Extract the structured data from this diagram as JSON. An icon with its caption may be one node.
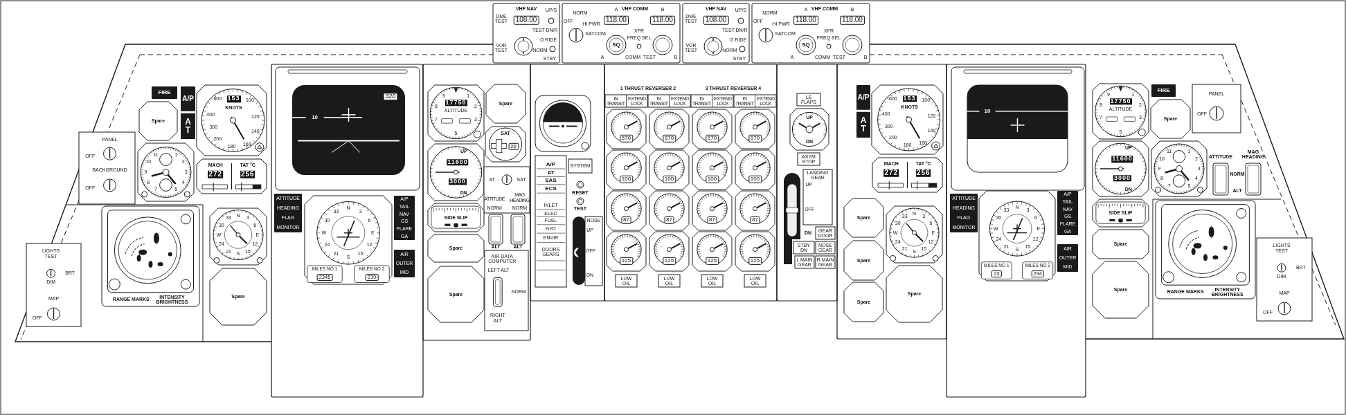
{
  "diagram": {
    "nodes": [
      {
        "text": [
          "VHF NAV",
          "DME TEST",
          "108.00",
          "UP/S",
          "TEST",
          "DN/R",
          "VOR TEST",
          "O RIDE",
          "NORM",
          "STBY"
        ]
      },
      {
        "text": [
          "VHF COMM",
          "OFF",
          "NORM",
          "HI PWR",
          "SATCOM",
          "A",
          "118.00",
          "B",
          "118.00",
          "SQ",
          "XFR",
          "FREQ SEL",
          "A",
          "COMM",
          "TEST",
          "B"
        ]
      },
      {
        "text": [
          "VHF NAV",
          "DME TEST",
          "108.00",
          "UP/S",
          "TEST",
          "DN/R",
          "VOR TEST",
          "O RIDE",
          "NORM",
          "STBY"
        ]
      },
      {
        "text": [
          "VHF COMM",
          "OFF",
          "NORM",
          "HI PWR",
          "SATCOM",
          "A",
          "118.00",
          "B",
          "118.00",
          "SQ",
          "XFR",
          "FREQ SEL",
          "A",
          "COMM",
          "TEST",
          "B"
        ]
      },
      {
        "text": [
          "FIRE"
        ]
      },
      {
        "text": [
          "A/P",
          "AT"
        ]
      },
      {
        "text": [
          "600",
          "400",
          "300",
          "200",
          "180",
          "160",
          "140",
          "120",
          "100",
          "153",
          "KNOTS"
        ]
      },
      {
        "text": [
          "Spare"
        ]
      },
      {
        "text": [
          "PANEL",
          "OFF",
          "BACKGROUND",
          "OFF"
        ]
      },
      {
        "text": [
          "11",
          "1",
          "10",
          "2",
          "9",
          "3",
          "8",
          "4",
          "7",
          "5"
        ]
      },
      {
        "text": [
          "MACH",
          "272",
          "TAT °C",
          "256"
        ]
      },
      {
        "text": [
          "RANGE MARKS",
          "INTENSITY BRIGHTNESS"
        ]
      },
      {
        "text": [
          "N",
          "3",
          "6",
          "E",
          "12",
          "15",
          "S",
          "21",
          "24",
          "W",
          "30",
          "33"
        ]
      },
      {
        "text": [
          "LIGHTS TEST",
          "BRT",
          "DIM",
          "MAP",
          "OFF"
        ]
      },
      {
        "text": [
          "Spare"
        ]
      },
      {
        "text": [
          "10",
          "320"
        ]
      },
      {
        "text": [
          "ATTITUDE",
          "HEADING",
          "FLAG",
          "MONITOR"
        ]
      },
      {
        "text": [
          "N",
          "3",
          "6",
          "E",
          "12",
          "15",
          "S",
          "21",
          "24",
          "W",
          "30",
          "33",
          "MILES NO 1",
          "2345",
          "MILES NO 2",
          "239"
        ]
      },
      {
        "text": [
          "A/P",
          "TAIL",
          "NAV",
          "GS",
          "FLARE",
          "GA"
        ]
      },
      {
        "text": [
          "AIR",
          "OUTER",
          "MID"
        ]
      },
      {
        "text": [
          "9",
          "1",
          "8",
          "2",
          "7",
          "3",
          "5",
          "17750",
          "ALTITUDE"
        ]
      },
      {
        "text": [
          "Spare"
        ]
      },
      {
        "text": [
          "SAT",
          "26"
        ]
      },
      {
        "text": [
          "UP",
          "11600",
          "3000",
          "DN"
        ]
      },
      {
        "text": [
          "AT",
          "SAT",
          "ATTITUDE",
          "MAG HEADING",
          "NORM",
          "NORM"
        ]
      },
      {
        "text": [
          "SIDE SLIP"
        ]
      },
      {
        "text": [
          "Spare"
        ]
      },
      {
        "text": [
          "AIR DATA COMPUTER",
          "LEFT ALT",
          "NORM",
          "RIGHT ALT"
        ]
      },
      {
        "text": [
          "Spare"
        ]
      },
      {
        "text": [],
        "shape": "picture"
      },
      {
        "text": [
          "A/P",
          "AT",
          "SAS",
          "ECS",
          "INLET",
          "ELEC",
          "FUEL",
          "HYD",
          "ENVIR",
          "DOORS GEARS"
        ]
      },
      {
        "text": [
          "SYSTEM"
        ]
      },
      {
        "text": [
          "NOSE",
          "UP",
          "OFF",
          "DN"
        ]
      },
      {
        "text": [
          "IN TRANSIT",
          "EXTEND LOCK"
        ]
      },
      {
        "text": [
          "IN TRANSIT",
          "EXTEND LOCK"
        ]
      },
      {
        "text": [
          "IN TRANSIT",
          "EXTEND LOCK"
        ]
      },
      {
        "text": [
          "IN TRANSIT",
          "EXTEND LOCK"
        ]
      },
      {
        "text": [
          "570"
        ]
      },
      {
        "text": [
          "570"
        ]
      },
      {
        "text": [
          "570"
        ]
      },
      {
        "text": [
          "570"
        ]
      },
      {
        "text": [
          "100"
        ]
      },
      {
        "text": [
          "100"
        ]
      },
      {
        "text": [
          "100"
        ]
      },
      {
        "text": [
          "100"
        ]
      },
      {
        "text": [
          "87"
        ]
      },
      {
        "text": [
          "87"
        ]
      },
      {
        "text": [
          "87"
        ]
      },
      {
        "text": [
          "87"
        ]
      },
      {
        "text": [
          "125"
        ]
      },
      {
        "text": [
          "125"
        ]
      },
      {
        "text": [
          "125"
        ]
      },
      {
        "text": [
          "125"
        ]
      },
      {
        "text": [
          "LOW OIL"
        ]
      },
      {
        "text": [
          "LOW OIL"
        ]
      },
      {
        "text": [
          "LOW OIL"
        ]
      },
      {
        "text": [
          "LOW OIL"
        ]
      },
      {
        "text": [
          "LE FLAPS"
        ]
      },
      {
        "text": [
          "UP",
          "DN"
        ]
      },
      {
        "text": [
          "ASYM STOP"
        ]
      },
      {
        "text": [
          "LANDING GEAR",
          "UP",
          "OFF"
        ]
      },
      {
        "text": [
          "GEAR DOOR"
        ]
      },
      {
        "text": [
          "STBY DN"
        ]
      },
      {
        "text": [
          "NOSE GEAR"
        ]
      },
      {
        "text": [
          "L MAIN GEAR"
        ]
      },
      {
        "text": [
          "R MAIN GEAR"
        ]
      },
      {
        "text": [
          "A/P",
          "AT"
        ]
      },
      {
        "text": [
          "600",
          "400",
          "300",
          "200",
          "180",
          "160",
          "140",
          "120",
          "100",
          "153",
          "KNOTS"
        ]
      },
      {
        "text": [
          "MACH",
          "272",
          "TAT °C",
          "256"
        ]
      },
      {
        "text": [
          "Spare"
        ]
      },
      {
        "text": [
          "N",
          "3",
          "6",
          "E",
          "12",
          "15",
          "S",
          "21",
          "24",
          "W",
          "30",
          "33"
        ]
      },
      {
        "text": [
          "Spare"
        ]
      },
      {
        "text": [
          "Spare"
        ]
      },
      {
        "text": [
          "Spare"
        ]
      },
      {
        "text": [
          "10"
        ]
      },
      {
        "text": [
          "ATTITUDE",
          "HEADING",
          "FLAG",
          "MONITOR"
        ]
      },
      {
        "text": [
          "N",
          "3",
          "6",
          "E",
          "12",
          "15",
          "S",
          "21",
          "24",
          "W",
          "30",
          "33",
          "MILES NO 1",
          "23",
          "MILES NO 2",
          "234"
        ]
      },
      {
        "text": [
          "A/P",
          "TAIL",
          "NAV",
          "GS",
          "FLARE",
          "GA"
        ]
      },
      {
        "text": [
          "AIR",
          "OUTER",
          "MID"
        ]
      },
      {
        "text": [
          "9",
          "1",
          "8",
          "2",
          "7",
          "3",
          "5",
          "17750",
          "ALTITUDE"
        ]
      },
      {
        "text": [
          "FIRE"
        ]
      },
      {
        "text": [
          "Spare"
        ]
      },
      {
        "text": [
          "PANEL",
          "OFF"
        ]
      },
      {
        "text": [
          "UP",
          "11600",
          "3000",
          "DN"
        ]
      },
      {
        "text": [
          "11",
          "1",
          "10",
          "2",
          "9",
          "3",
          "8",
          "4",
          "7",
          "5"
        ]
      },
      {
        "text": [
          "SIDE SLIP"
        ]
      },
      {
        "text": [
          "Spare"
        ]
      },
      {
        "text": [
          "RANGE MARKS",
          "INTENSITY BRIGHTNESS"
        ]
      },
      {
        "text": [
          "Spare"
        ]
      },
      {
        "text": [
          "LIGHTS TEST",
          "BRT",
          "DIM",
          "MAP",
          "OFF"
        ]
      }
    ],
    "labels": [
      "1 THRUST REVERSER 2",
      "3 THRUST REVERSER 4",
      "RESET",
      "TEST",
      "ALT",
      "ALT",
      "DN",
      "ATTITUDE",
      "MAG HEADING",
      "NORM",
      "ALT"
    ]
  }
}
